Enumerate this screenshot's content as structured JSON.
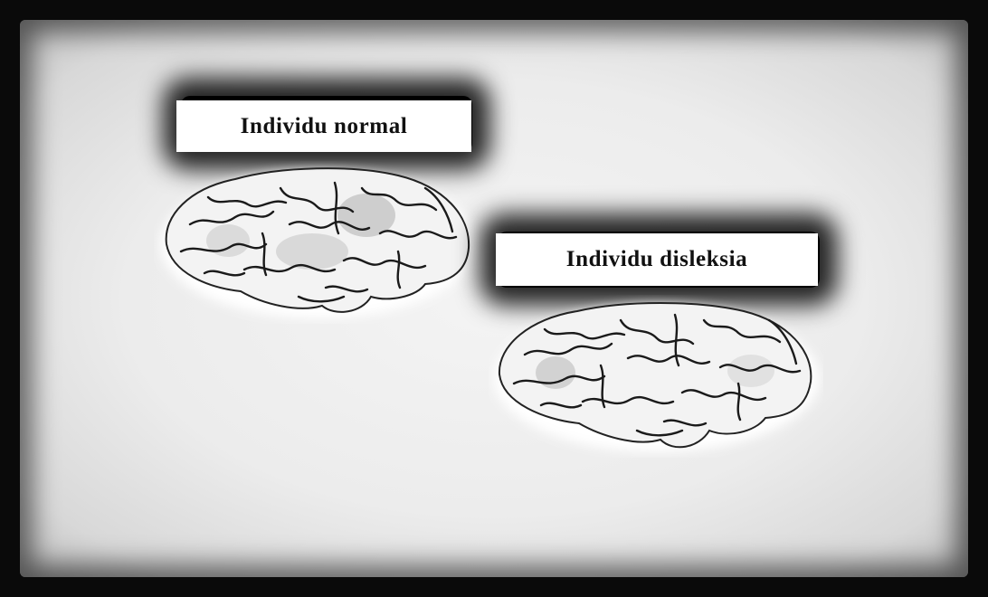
{
  "labels": {
    "normal": "Individu  normal",
    "dyslexia": "Individu disleksia"
  },
  "images": {
    "brain_normal": "brain-illustration",
    "brain_dyslexia": "brain-illustration"
  },
  "colors": {
    "background": "#ececec",
    "frame": "#0a0a0a",
    "label_bg": "#ffffff",
    "text": "#111111"
  }
}
